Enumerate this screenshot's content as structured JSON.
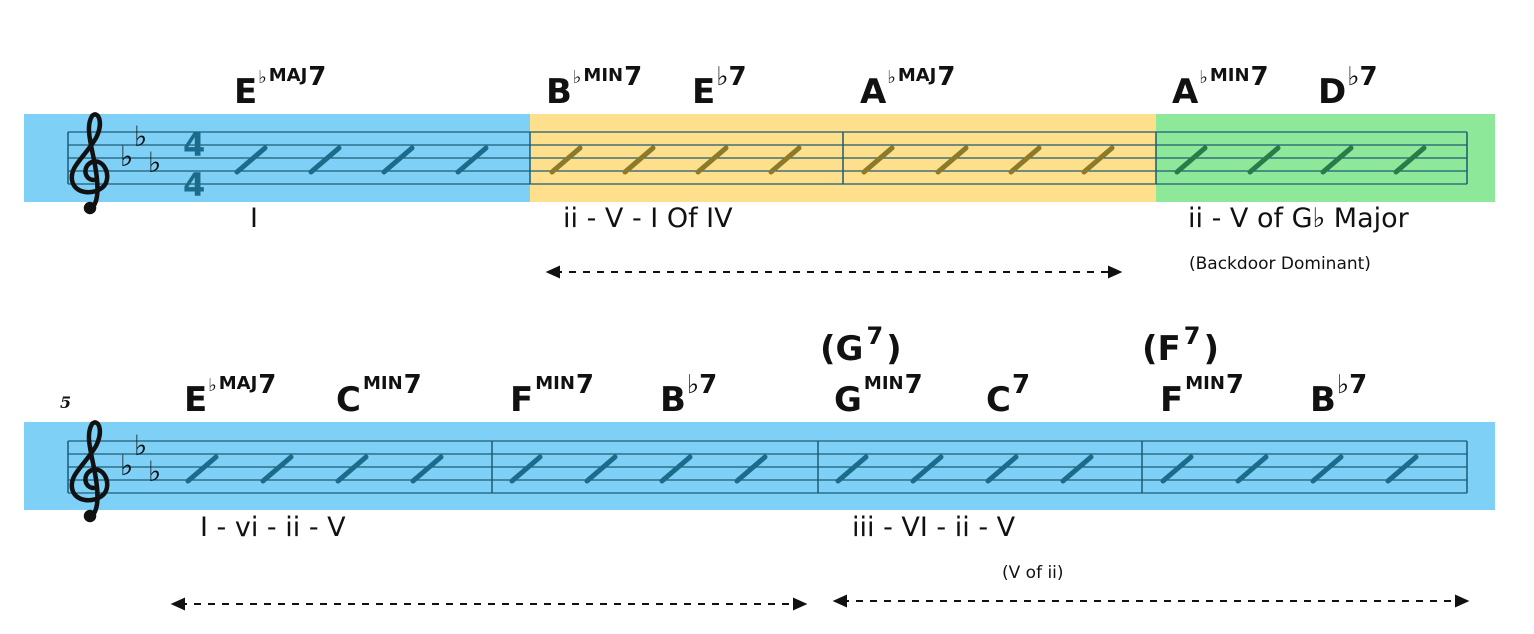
{
  "colors": {
    "blue": "#7fd0f7",
    "yellow": "#fddf8c",
    "green": "#8de89a",
    "staff_line": "#1e5b73",
    "slash": "#1d6b8a"
  },
  "system1": {
    "chords": [
      {
        "root": "E",
        "acc": "♭",
        "quality": "MAJ",
        "ext": "7"
      },
      {
        "root": "B",
        "acc": "♭",
        "quality": "MIN",
        "ext": "7"
      },
      {
        "root": "E",
        "acc": "",
        "quality": "",
        "ext": "♭7"
      },
      {
        "root": "A",
        "acc": "♭",
        "quality": "MAJ",
        "ext": "7"
      },
      {
        "root": "A",
        "acc": "♭",
        "quality": "MIN",
        "ext": "7"
      },
      {
        "root": "D",
        "acc": "",
        "quality": "",
        "ext": "♭7"
      }
    ],
    "time_signature": {
      "top": "4",
      "bottom": "4"
    },
    "analysis": [
      "I",
      "ii - V - I  Of IV",
      "ii - V  of G♭ Major"
    ],
    "note": "(Backdoor Dominant)"
  },
  "system2": {
    "bar_number": "5",
    "chords": [
      {
        "root": "E",
        "acc": "♭",
        "quality": "MAJ",
        "ext": "7"
      },
      {
        "root": "C",
        "acc": "",
        "quality": "MIN",
        "ext": "7"
      },
      {
        "root": "F",
        "acc": "",
        "quality": "MIN",
        "ext": "7"
      },
      {
        "root": "B",
        "acc": "",
        "quality": "",
        "ext": "♭7"
      },
      {
        "root": "G",
        "acc": "",
        "quality": "MIN",
        "ext": "7"
      },
      {
        "root": "C",
        "acc": "",
        "quality": "",
        "ext": "7"
      },
      {
        "root": "F",
        "acc": "",
        "quality": "MIN",
        "ext": "7"
      },
      {
        "root": "B",
        "acc": "",
        "quality": "",
        "ext": "♭7"
      }
    ],
    "substitutions": [
      {
        "root": "G",
        "ext": "7"
      },
      {
        "root": "F",
        "ext": "7"
      }
    ],
    "analysis": [
      "I - vi - ii - V",
      "iii - VI - ii - V"
    ],
    "note": "(V of ii)"
  }
}
